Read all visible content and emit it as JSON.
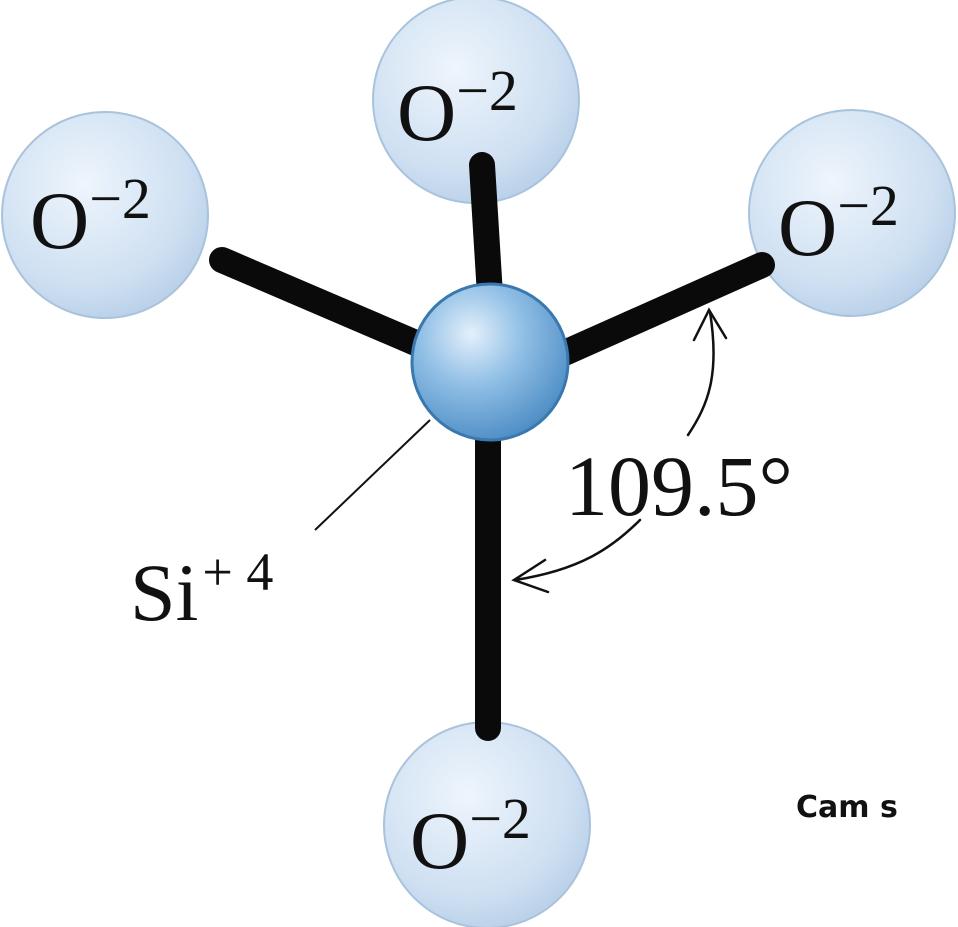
{
  "diagram": {
    "atoms": {
      "oxygen_symbol": "O",
      "oxygen_charge": "−2",
      "silicon_symbol": "Si",
      "silicon_charge": "+ 4"
    },
    "bond_angle_label": "109.5°",
    "caption": "Cam s"
  },
  "colors": {
    "oxygen_fill": "#cfe0f2",
    "oxygen_edge": "#a9c3dd",
    "silicon_fill": "#7fb2de",
    "silicon_edge": "#3a78b0",
    "bond": "#0a0a0a"
  }
}
